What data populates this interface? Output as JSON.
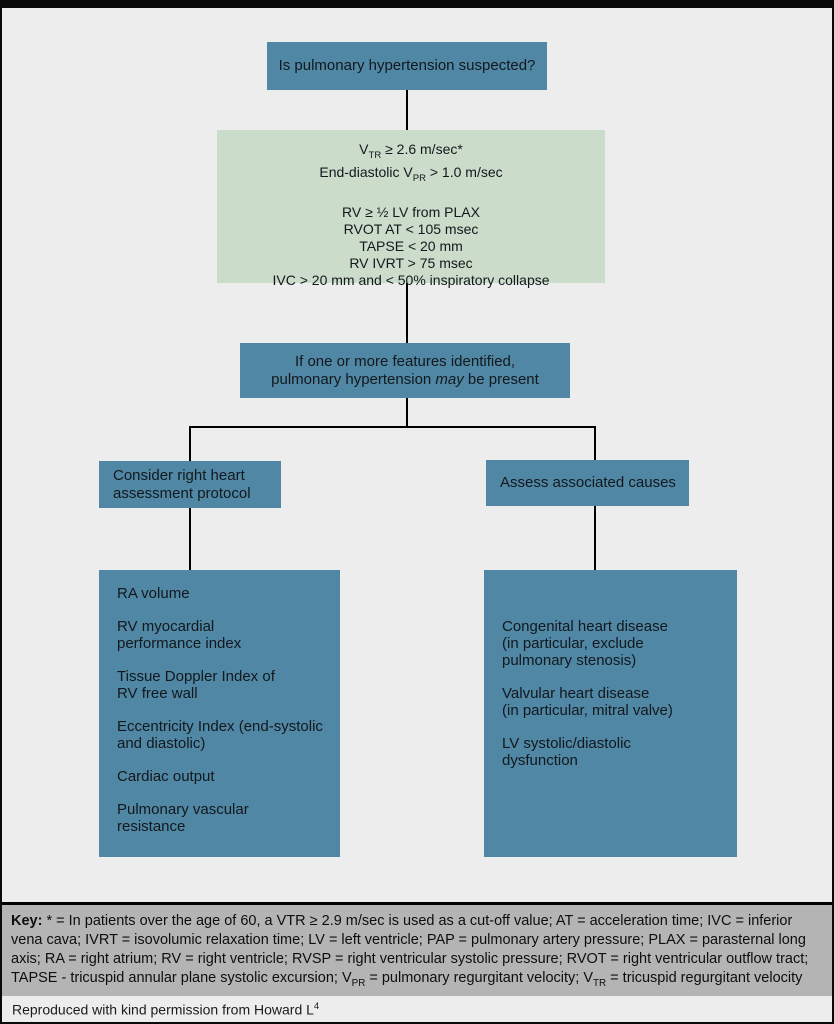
{
  "colors": {
    "canvas_bg": "#ededed",
    "box_blue": "#4f87a5",
    "box_green": "#ccdccb",
    "key_bg": "#b4b4b4"
  },
  "flowchart": {
    "question": "Is pulmonary hypertension suspected?",
    "criteria": {
      "l1_pre": "V",
      "l1_sub": "TR",
      "l1_post": " ≥ 2.6 m/sec*",
      "l2_pre": "End-diastolic V",
      "l2_sub": "PR",
      "l2_post": " > 1.0 m/sec",
      "l3": "RV ≥ ½ LV from PLAX",
      "l4": "RVOT AT < 105 msec",
      "l5": "TAPSE < 20 mm",
      "l6": "RV IVRT > 75 msec",
      "l7": "IVC > 20 mm and < 50% inspiratory collapse"
    },
    "decision": {
      "line1": "If one or more features identified,",
      "line2_pre": "pulmonary hypertension ",
      "line2_italic": "may",
      "line2_post": " be present"
    },
    "left_branch": {
      "header": "Consider right heart\nassessment protocol",
      "items": [
        "RA volume",
        "RV myocardial\nperformance index",
        "Tissue Doppler Index of\nRV free wall",
        "Eccentricity Index (end-systolic\nand diastolic)",
        "Cardiac output",
        "Pulmonary vascular\nresistance"
      ]
    },
    "right_branch": {
      "header": "Assess associated causes",
      "items": [
        "Congenital heart disease\n(in particular, exclude\npulmonary stenosis)",
        "Valvular heart disease\n(in particular, mitral valve)",
        "LV systolic/diastolic\ndysfunction"
      ]
    }
  },
  "key": {
    "label": "Key:",
    "seg1": " * = In patients over the age of 60, a VTR ≥ 2.9 m/sec is used as a cut-off value; AT = acceleration time; IVC = inferior vena cava; IVRT = isovolumic relaxation time; LV = left ventricle; PAP = pulmonary artery pressure; PLAX = parasternal long axis; RA = right atrium; RV = right ventricle; RVSP = right ventricular systolic pressure; RVOT = right ventricular outflow tract; TAPSE - tricuspid annular plane systolic excursion; V",
    "sub1": "PR",
    "seg2": " = pulmonary regurgitant velocity; V",
    "sub2": "TR",
    "seg3": " = tricuspid regurgitant velocity"
  },
  "footer": {
    "text": "Reproduced with kind permission from Howard L",
    "superscript": "4"
  }
}
